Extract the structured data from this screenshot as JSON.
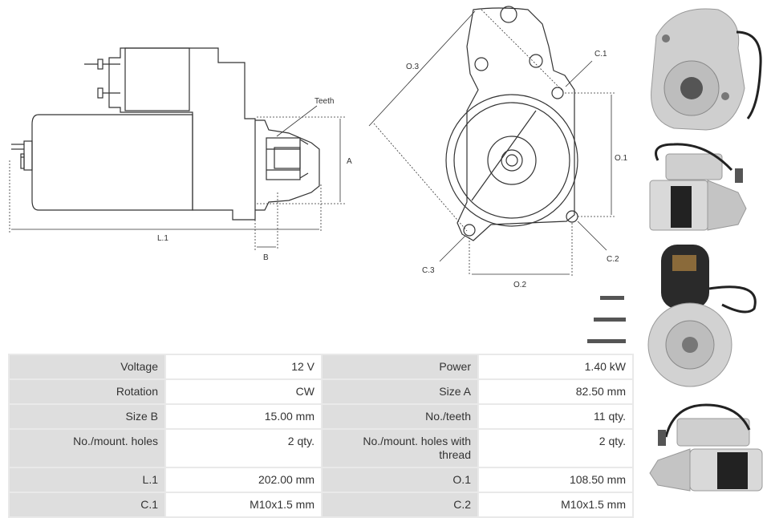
{
  "drawing_labels": {
    "teeth": "Teeth",
    "a": "A",
    "b": "B",
    "l1": "L.1",
    "o1": "O.1",
    "o2": "O.2",
    "o3": "O.3",
    "c1": "C.1",
    "c2": "C.2",
    "c3": "C.3"
  },
  "specs": [
    {
      "l1": "Voltage",
      "v1": "12 V",
      "l2": "Power",
      "v2": "1.40 kW"
    },
    {
      "l1": "Rotation",
      "v1": "CW",
      "l2": "Size A",
      "v2": "82.50 mm"
    },
    {
      "l1": "Size B",
      "v1": "15.00 mm",
      "l2": "No./teeth",
      "v2": "11 qty."
    },
    {
      "l1": "No./mount. holes",
      "v1": "2 qty.",
      "l2": "No./mount. holes with thread",
      "v2": "2 qty."
    },
    {
      "l1": "L.1",
      "v1": "202.00 mm",
      "l2": "O.1",
      "v2": "108.50 mm"
    },
    {
      "l1": "C.1",
      "v1": "M10x1.5 mm",
      "l2": "C.2",
      "v2": "M10x1.5 mm"
    }
  ]
}
